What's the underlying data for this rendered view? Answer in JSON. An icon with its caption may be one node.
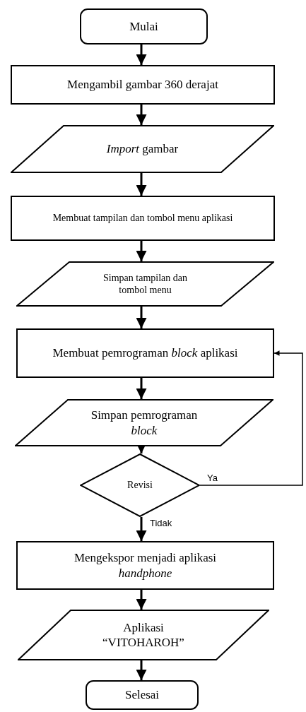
{
  "diagram": {
    "nodes": [
      {
        "text": [
          "Mulai"
        ]
      },
      {
        "text": [
          "Mengambil gambar 360 derajat"
        ]
      },
      {
        "text": [
          "*Import* gambar"
        ]
      },
      {
        "text": [
          "Membuat tampilan dan tombol menu aplikasi"
        ]
      },
      {
        "text": [
          "Simpan tampilan dan tombol menu"
        ]
      },
      {
        "text": [
          "Membuat pemrograman *block* aplikasi"
        ]
      },
      {
        "text": [
          "Simpan pemrograman *block*"
        ]
      },
      {
        "text": [
          "Revisi"
        ]
      },
      {
        "text": [
          "Mengekspor menjadi aplikasi *handphone*"
        ]
      },
      {
        "text": [
          "Aplikasi “VITOHAROH”"
        ]
      },
      {
        "text": [
          "Selesai"
        ]
      }
    ],
    "edges": [
      {
        "from": 0,
        "to": 1,
        "arrow": "to"
      },
      {
        "from": 1,
        "to": 2,
        "arrow": "to"
      },
      {
        "from": 2,
        "to": 3,
        "arrow": "to"
      },
      {
        "from": 3,
        "to": 4,
        "arrow": "to"
      },
      {
        "from": 4,
        "to": 5,
        "arrow": "to"
      },
      {
        "from": 5,
        "to": 6,
        "arrow": "to"
      },
      {
        "from": 6,
        "to": 7,
        "arrow": "to"
      },
      {
        "from": 7,
        "to": 8,
        "label": "Tidak",
        "arrow": "to"
      },
      {
        "from": 7,
        "to": 5,
        "label": "Ya",
        "arrow": "to"
      },
      {
        "from": 8,
        "to": 9,
        "arrow": "to"
      },
      {
        "from": 9,
        "to": 10,
        "arrow": "to"
      }
    ]
  }
}
